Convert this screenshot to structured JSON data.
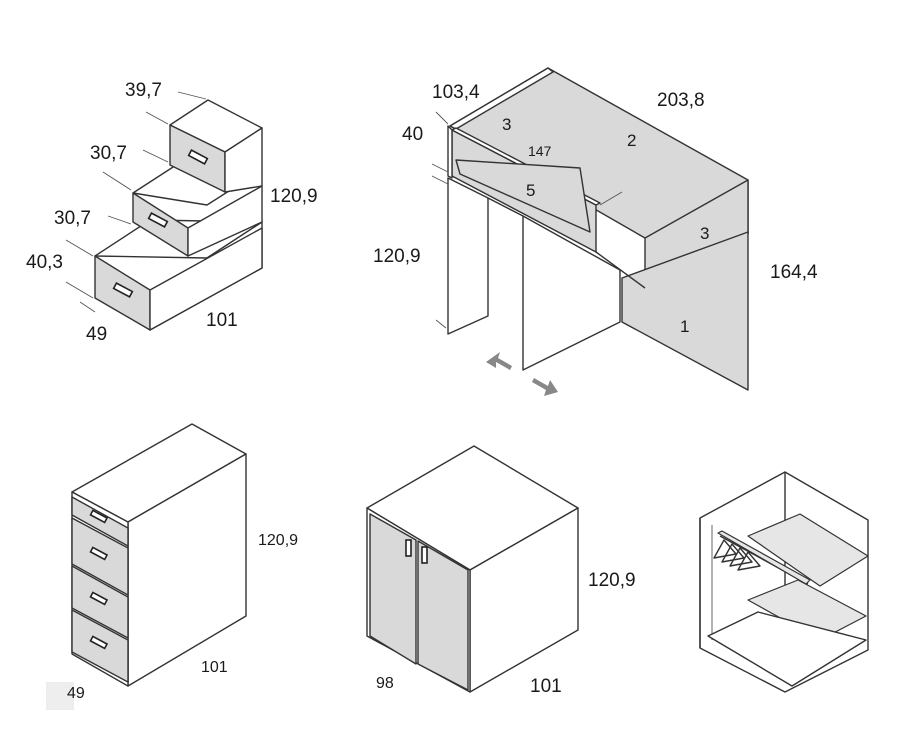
{
  "stairs_unit": {
    "dimensions": {
      "top_step": "39,7",
      "middle_step": "30,7",
      "lower_step": "30,7",
      "bottom_step": "40,3",
      "height": "120,9",
      "depth": "49",
      "width": "101"
    }
  },
  "loft_desk": {
    "dimensions": {
      "top_depth": "103,4",
      "top_height": "40",
      "length": "203,8",
      "inner": "147",
      "leg_height": "120,9",
      "total_height": "164,4"
    },
    "part_numbers": {
      "back_rail": "2",
      "left_end": "3",
      "right_end": "3",
      "shelf": "5",
      "side_panel": "1"
    },
    "colors": {
      "panel": "#d9d9d9",
      "arrow": "#888888"
    }
  },
  "drawer_chest": {
    "dimensions": {
      "height": "120,9",
      "width": "101",
      "depth": "49"
    }
  },
  "wardrobe_cabinet": {
    "dimensions": {
      "height": "120,9",
      "width": "101",
      "depth": "98"
    }
  },
  "wardrobe_interior": {}
}
